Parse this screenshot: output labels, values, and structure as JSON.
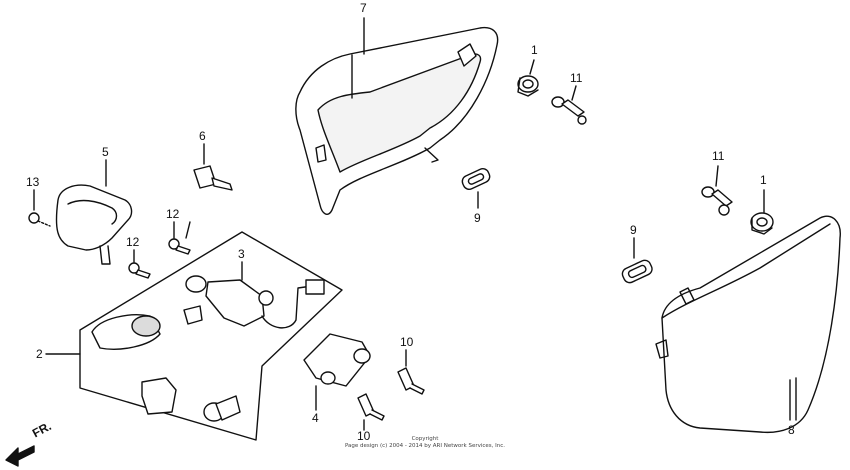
{
  "callouts": {
    "c1a": "1",
    "c1b": "1",
    "c2": "2",
    "c3": "3",
    "c4": "4",
    "c5": "5",
    "c6": "6",
    "c7": "7",
    "c8": "8",
    "c9a": "9",
    "c9b": "9",
    "c10a": "10",
    "c10b": "10",
    "c11a": "11",
    "c11b": "11",
    "c12a": "12",
    "c12b": "12",
    "c13": "13"
  },
  "direction": "FR.",
  "copyright": {
    "line1": "Copyright",
    "line2": "Page design (c) 2004 - 2014 by ARI Network Services, Inc."
  },
  "colors": {
    "ink": "#111111",
    "paper": "#ffffff",
    "shade": "#dcdcdc"
  }
}
